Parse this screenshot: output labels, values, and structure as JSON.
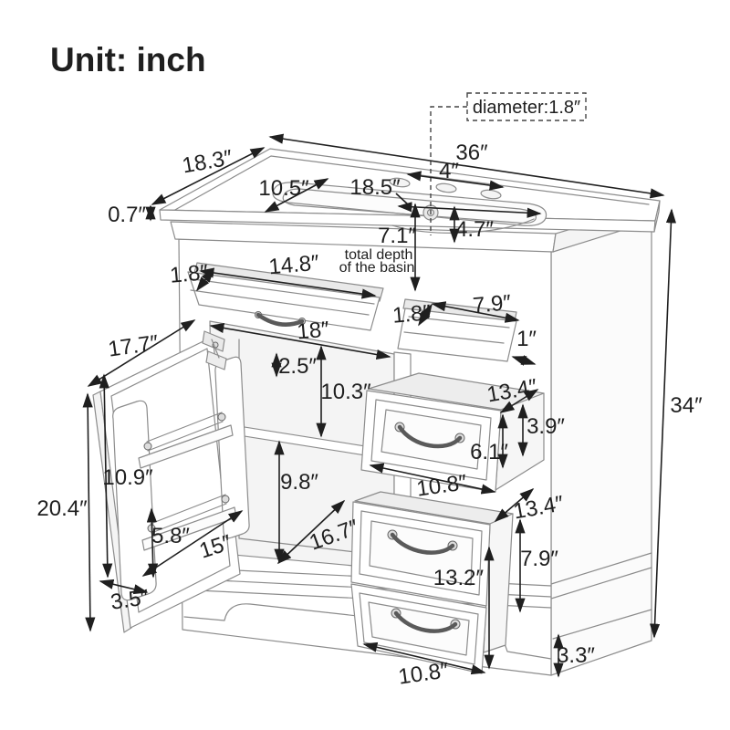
{
  "header": {
    "unit_label": "Unit: inch"
  },
  "callout": {
    "diameter_label": "diameter:1.8″"
  },
  "basin_caption": {
    "line1": "total depth",
    "line2": "of the basin"
  },
  "dims": {
    "countertop_width": "36″",
    "countertop_depth": "18.3″",
    "basin_depth_inner": "10.5″",
    "basin_width": "18.5″",
    "hole_spacing": "4″",
    "countertop_thickness": "0.7″",
    "hole_to_basin_front": "4.7″",
    "basin_total_depth": "7.1″",
    "left_tray_width": "14.8″",
    "left_tray_thickness": "1.8″",
    "right_tray_width": "7.9″",
    "right_tray_thickness": "1.8″",
    "side_gap": "1″",
    "opening_width": "18″",
    "door_open_span": "17.7″",
    "opening_top_offset": "2.5″",
    "opening_height": "10.3″",
    "mid_drawer_width": "13.4″",
    "mid_drawer_side_height": "3.9″",
    "mid_drawer_front_height": "6.1″",
    "mid_drawer_depth": "10.8″",
    "lower_drawer_width": "13.4″",
    "lower_drawer_side_height": "7.9″",
    "lower_stack_height": "13.2″",
    "lower_drawer_depth": "10.8″",
    "toe_kick_height": "3.3″",
    "overall_height": "34″",
    "door_height": "20.4″",
    "door_rack_height": "10.9″",
    "door_shelf_spacing": "5.8″",
    "door_width": "15″",
    "door_foot_height": "3.5″",
    "interior_height": "9.8″",
    "interior_diagonal": "16.7″"
  },
  "colors": {
    "background": "#ffffff",
    "furniture_line": "#8c8c8c",
    "dimension_line": "#1f1f1f",
    "text": "#1f1f1f"
  }
}
